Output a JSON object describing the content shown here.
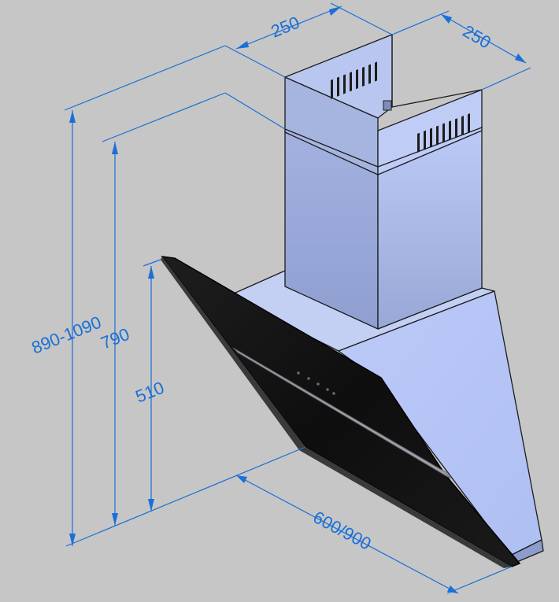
{
  "drawing": {
    "colors": {
      "background": "#c6c6c6",
      "dimension": "#1a6fd8",
      "body_light": "#b8c8f8",
      "body_mid": "#a9b9ee",
      "body_dark": "#95a6d8",
      "glass": "#141414",
      "edge": "#1c1c1c"
    },
    "dimensions": {
      "chimney_width": "250",
      "chimney_depth": "250",
      "total_height": "890-1090",
      "height_790": "790",
      "glass_height": "510",
      "hood_width": "600/900"
    }
  }
}
